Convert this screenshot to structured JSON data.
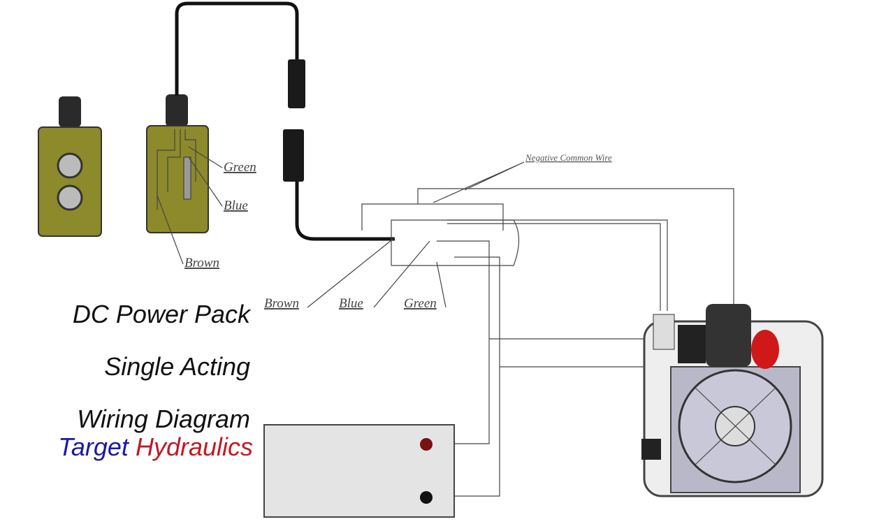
{
  "title": {
    "line1": "DC Power Pack",
    "line2": "Single Acting",
    "line3": "Wiring Diagram",
    "brand_part1": "Target",
    "brand_part2": "Hydraulics",
    "brand_color1": "#1a1aa0",
    "brand_color2": "#c01a22"
  },
  "pendant_labels": {
    "green": "Green",
    "blue": "Blue",
    "brown": "Brown"
  },
  "junction_labels": {
    "negative": "Negative Common Wire",
    "brown": "Brown",
    "blue": "Blue",
    "green": "Green"
  },
  "colors": {
    "pendant": "#8c8a2a",
    "battery": "#e4e4e4",
    "positive_terminal": "#7a1010",
    "valve": "#d01818"
  }
}
